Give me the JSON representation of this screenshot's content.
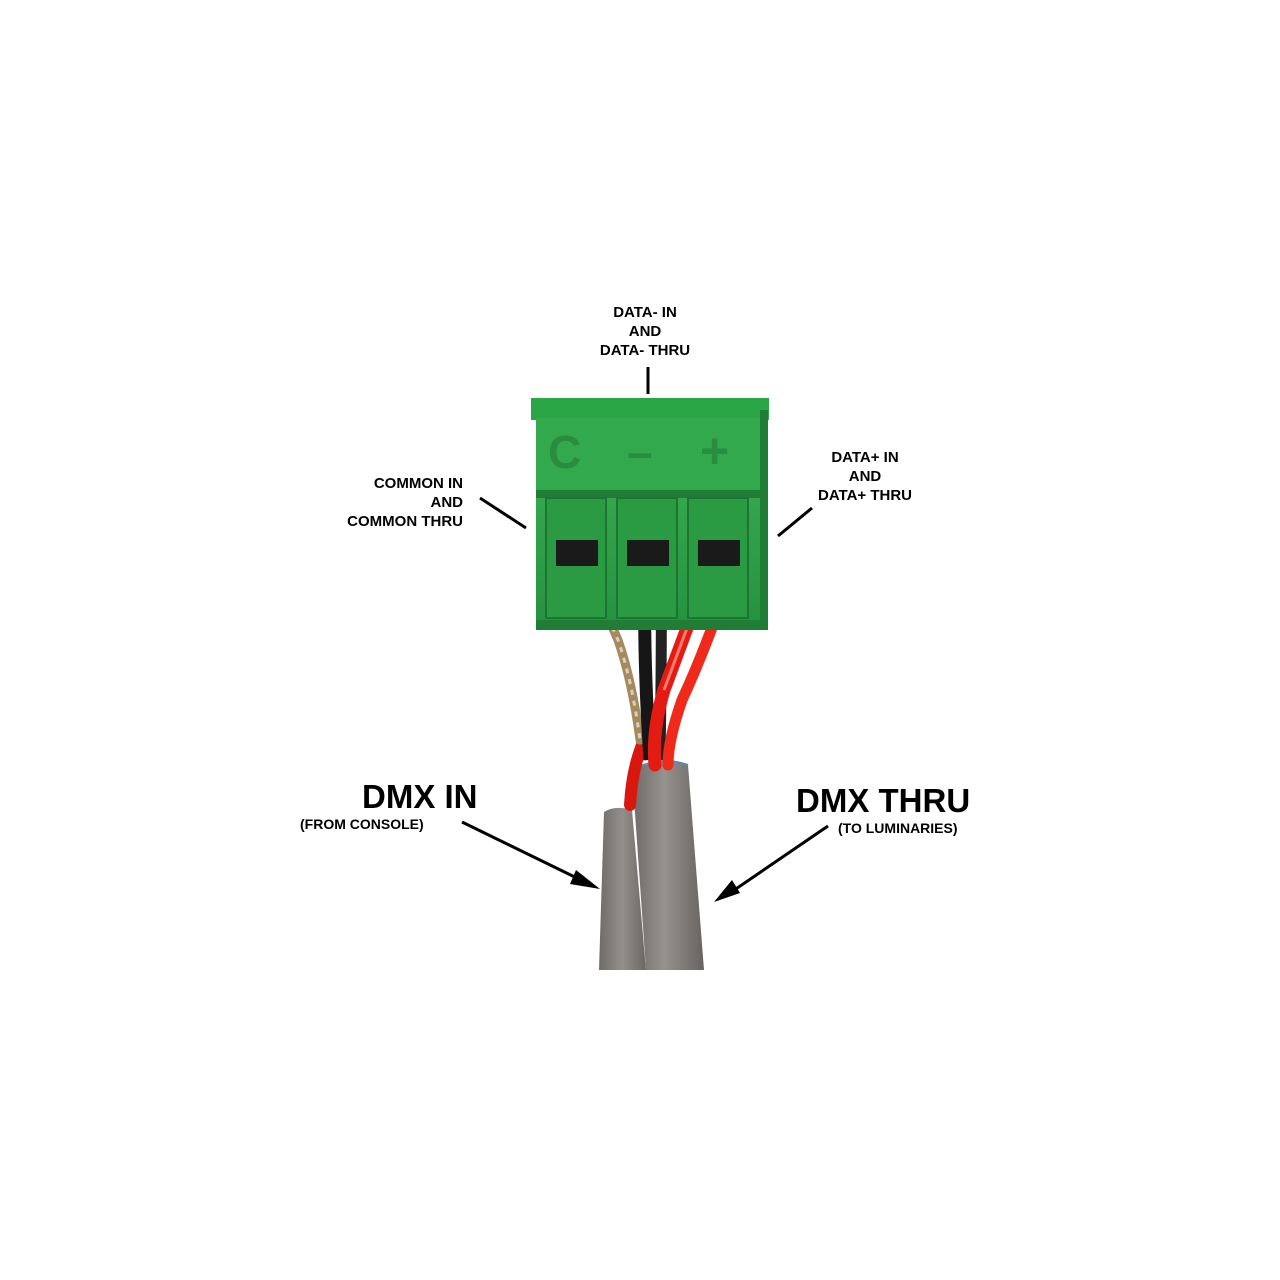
{
  "connector": {
    "terminal_c": "C",
    "terminal_minus": "–",
    "terminal_plus": "+",
    "body_color": "#2fa048",
    "body_dark": "#1d7d35"
  },
  "labels": {
    "data_minus": [
      "DATA- IN",
      "AND",
      "DATA- THRU"
    ],
    "common": [
      "COMMON IN",
      "AND",
      "COMMON THRU"
    ],
    "data_plus": [
      "DATA+ IN",
      "AND",
      "DATA+ THRU"
    ]
  },
  "dmx_in": {
    "title": "DMX IN",
    "subtitle": "(FROM CONSOLE)"
  },
  "dmx_thru": {
    "title": "DMX THRU",
    "subtitle": "(TO LUMINARIES)"
  },
  "colors": {
    "wire_red": "#e31b12",
    "wire_black": "#1a1a1a",
    "cable_gray": "#85827e",
    "shield_copper": "#b59a6e"
  }
}
